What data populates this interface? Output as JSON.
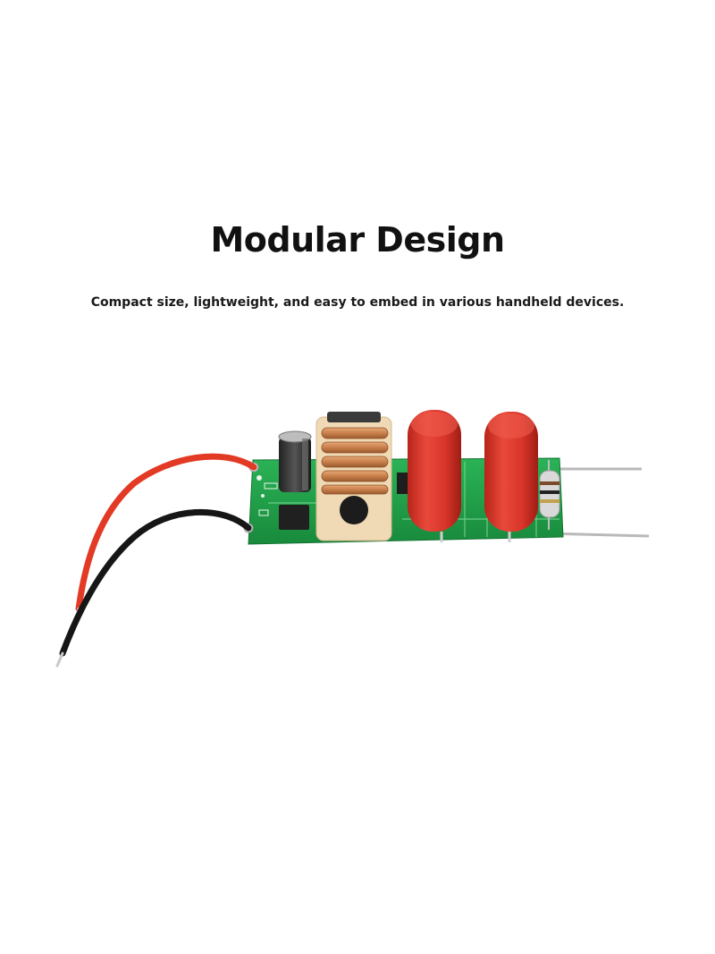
{
  "headline": "Modular Design",
  "subtitle": "Compact size, lightweight, and easy to embed in various handheld devices.",
  "product_image": {
    "subject": "high voltage generator module",
    "colors": {
      "pcb": "#1f9a45",
      "capacitor": "#d9352a",
      "red_wire": "#e23a24",
      "black_wire": "#161616",
      "copper_coil": "#c97f4c",
      "bobbin": "#f0d9b5"
    }
  }
}
